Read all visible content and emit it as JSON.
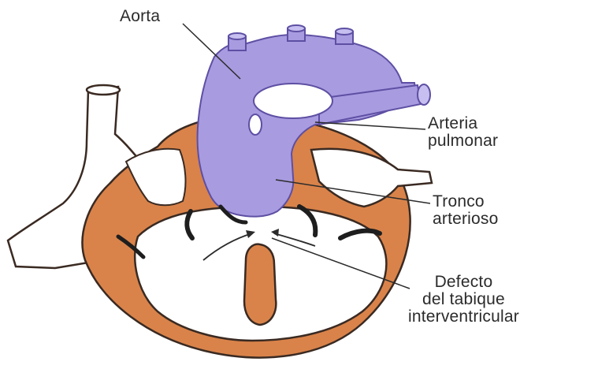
{
  "diagram": {
    "labels": {
      "aorta": "Aorta",
      "arteria_pulmonar": [
        "Arteria",
        "pulmonar"
      ],
      "tronco_arterioso": [
        "Tronco",
        "arterioso"
      ],
      "defecto_tabique": [
        "Defecto",
        "del tabique",
        "interventricular"
      ]
    },
    "colors": {
      "myocardium": "#d9834a",
      "outline": "#3a2a22",
      "great_vessels": "#a89be0",
      "vessel_outline": "#5e4fa3",
      "chambers": "#ffffff",
      "valves": "#1e1e1e",
      "leader_lines": "#2b2b2b"
    }
  }
}
